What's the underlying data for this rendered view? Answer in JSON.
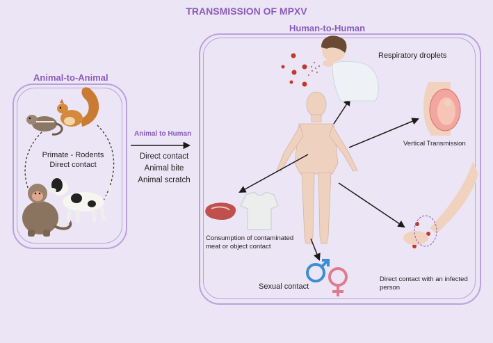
{
  "title": "TRANSMISSION OF MPXV",
  "animal_to_animal": {
    "heading": "Animal-to-Animal",
    "label_line1": "Primate - Rodents",
    "label_line2": "Direct contact"
  },
  "animal_to_human": {
    "heading": "Animal to Human",
    "routes": [
      "Direct contact",
      "Animal bite",
      "Animal scratch"
    ]
  },
  "human_to_human": {
    "heading": "Human-to-Human",
    "respiratory": "Respiratory droplets",
    "vertical": "Vertical Transmission",
    "consumption_line1": "Consumption of contaminated",
    "consumption_line2": "meat or object contact",
    "sexual": "Sexual contact",
    "direct_line1": "Direct contact with an infected",
    "direct_line2": "person"
  },
  "colors": {
    "background": "#ebe5f5",
    "accent": "#8a5bb8",
    "panel_border": "#b9a2dc",
    "virus": "#c0392b",
    "male_symbol": "#3b8fd0",
    "female_symbol": "#e07a8e"
  }
}
